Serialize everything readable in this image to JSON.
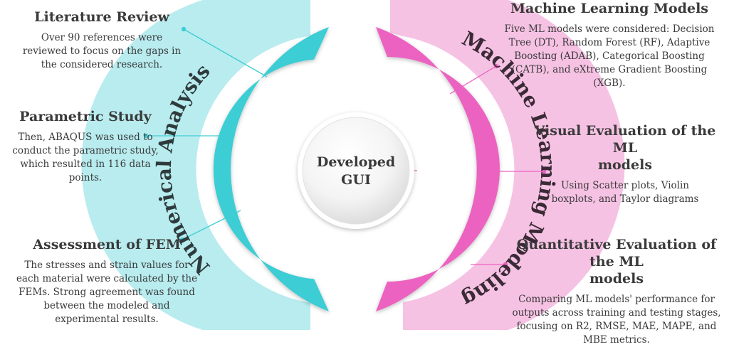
{
  "center": {
    "line1": "Developed",
    "line2": "GUI"
  },
  "left_arc": {
    "label": "Numerical Analysis",
    "color": "#3ecdd4",
    "light_color": "#b8ecef"
  },
  "right_arc": {
    "label": "Machine Learning Modeling",
    "color": "#ec62c0",
    "light_color": "#f6c2e3"
  },
  "blocks": {
    "literature_review": {
      "title": "Literature Review",
      "lines": [
        "Over 90 references were",
        "reviewed to focus on the gaps in",
        "the considered research."
      ]
    },
    "parametric_study": {
      "title": "Parametric Study",
      "lines": [
        "Then, ABAQUS was used to",
        "conduct the parametric study,",
        "which resulted in 116 data",
        "points."
      ]
    },
    "assessment_fem": {
      "title": "Assessment of FEM",
      "lines": [
        "The stresses and strain values for",
        "each material were calculated by the",
        "FEMs. Strong agreement was found",
        "between the modeled and",
        "experimental results."
      ]
    },
    "ml_models": {
      "title": "Machine Learning Models",
      "lines": [
        "Five ML models were considered: Decision",
        "Tree (DT), Random Forest (RF), Adaptive",
        "Boosting (ADAB), Categorical Boosting",
        "(CATB), and eXtreme Gradient Boosting",
        "(XGB)."
      ]
    },
    "visual_eval": {
      "title_lines": [
        "Visual Evaluation of the ML",
        "models"
      ],
      "lines": [
        "Using Scatter plots, Violin",
        "boxplots, and Taylor diagrams"
      ]
    },
    "quant_eval": {
      "title_lines": [
        "Quantitative Evaluation of the ML",
        "models"
      ],
      "lines": [
        "Comparing ML models' performance for",
        "outputs across training and testing stages,",
        "focusing on R2, RMSE, MAE, MAPE, and",
        "MBE metrics."
      ]
    }
  }
}
